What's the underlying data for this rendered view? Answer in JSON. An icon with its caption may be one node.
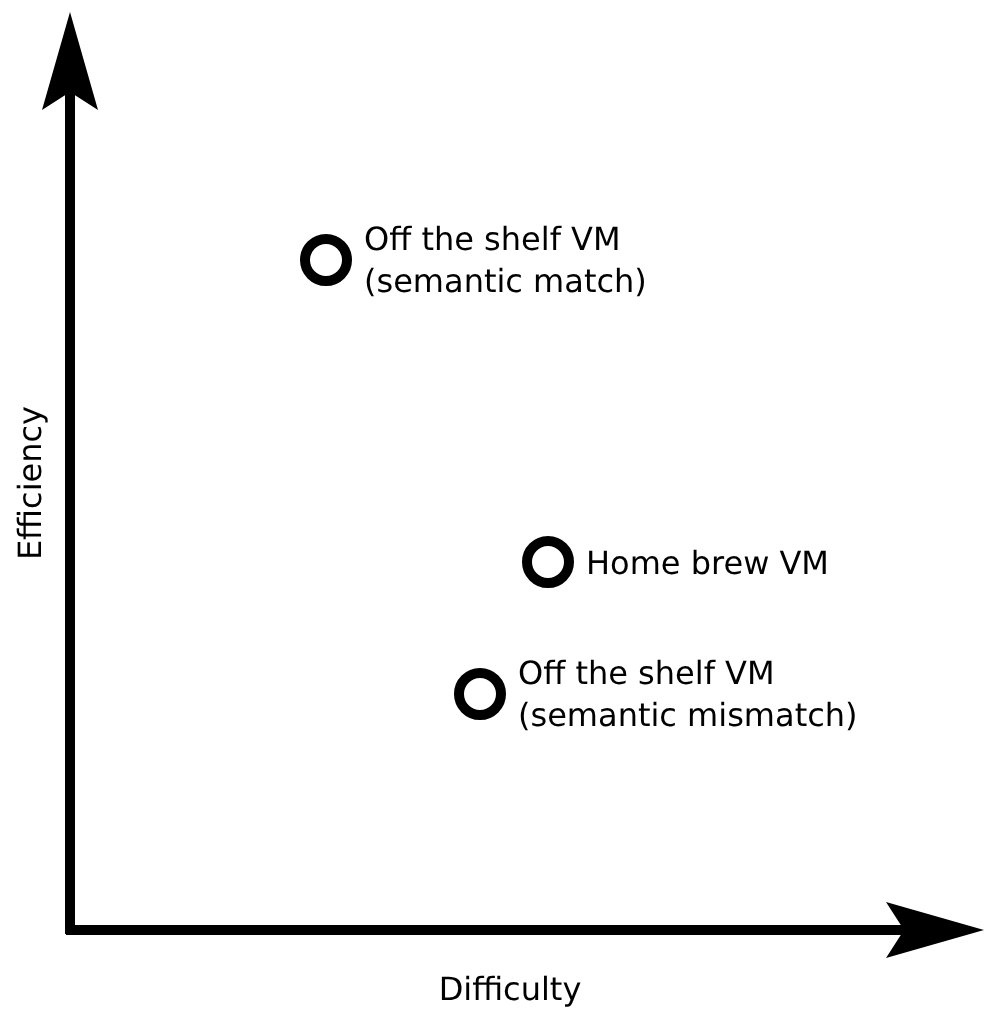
{
  "diagram": {
    "nodes": [
      {
        "text": [],
        "shape": "circle",
        "beside": [
          "Off the shelf VM (semantic match)"
        ]
      },
      {
        "text": [],
        "shape": "circle",
        "beside": [
          "Home brew VM"
        ]
      },
      {
        "text": [],
        "shape": "circle",
        "beside": [
          "Off the shelf VM (semantic mismatch)"
        ]
      }
    ],
    "labels": [
      "Efficiency",
      "Difficulty"
    ]
  }
}
